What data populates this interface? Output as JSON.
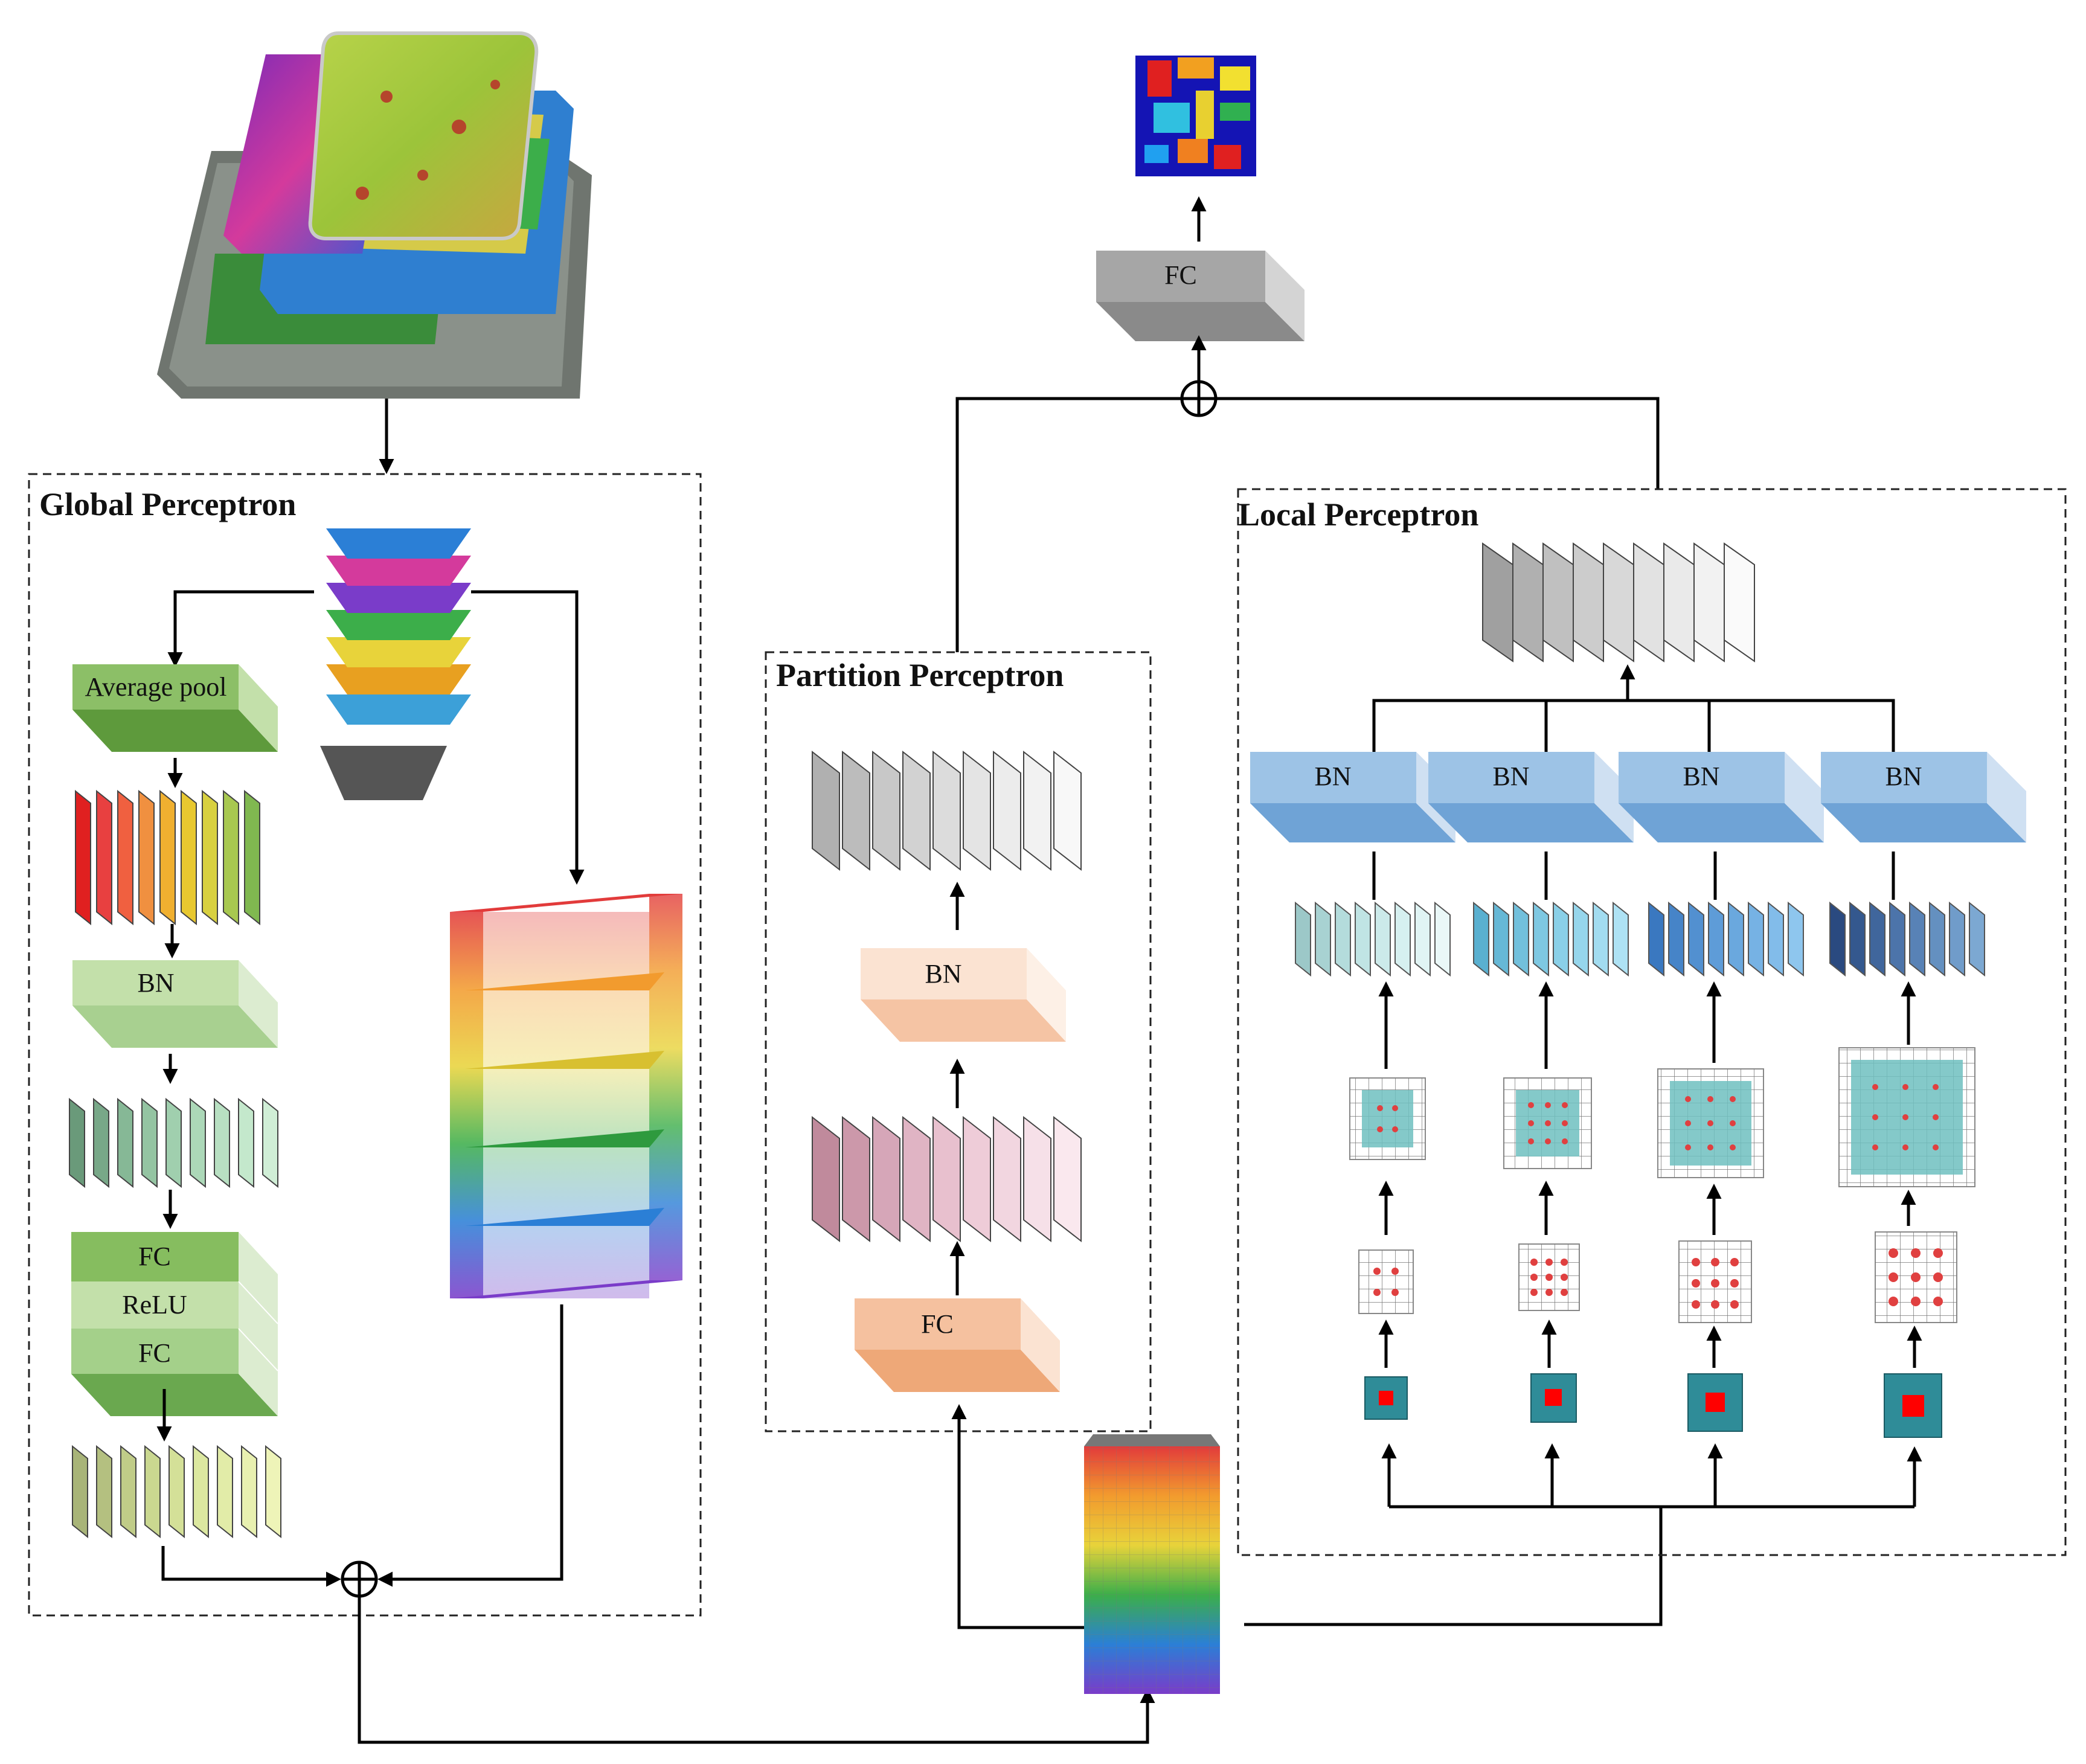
{
  "panels": {
    "global": {
      "title": "Global Perceptron"
    },
    "partition": {
      "title": "Partition Perceptron"
    },
    "local": {
      "title": "Local Perceptron"
    }
  },
  "blocks": {
    "top_fc": "FC",
    "avg_pool": "Average pool",
    "global_bn": "BN",
    "global_fc1": "FC",
    "global_relu": "ReLU",
    "global_fc2": "FC",
    "partition_bn": "BN",
    "partition_fc": "FC",
    "local_bn": [
      "BN",
      "BN",
      "BN",
      "BN"
    ]
  },
  "colors": {
    "fc_gray": "#a6a6a6",
    "avg_pool_green": "#9cc97b",
    "bn_green": "#c3e0aa",
    "fc_green": "#86bd5f",
    "bn_peach": "#fbe3d2",
    "fc_orange": "#f5c19f",
    "bn_blue": "#9dc3e6",
    "kernel_teal": "#2f8c98",
    "kernel_center": "#ff0000"
  }
}
